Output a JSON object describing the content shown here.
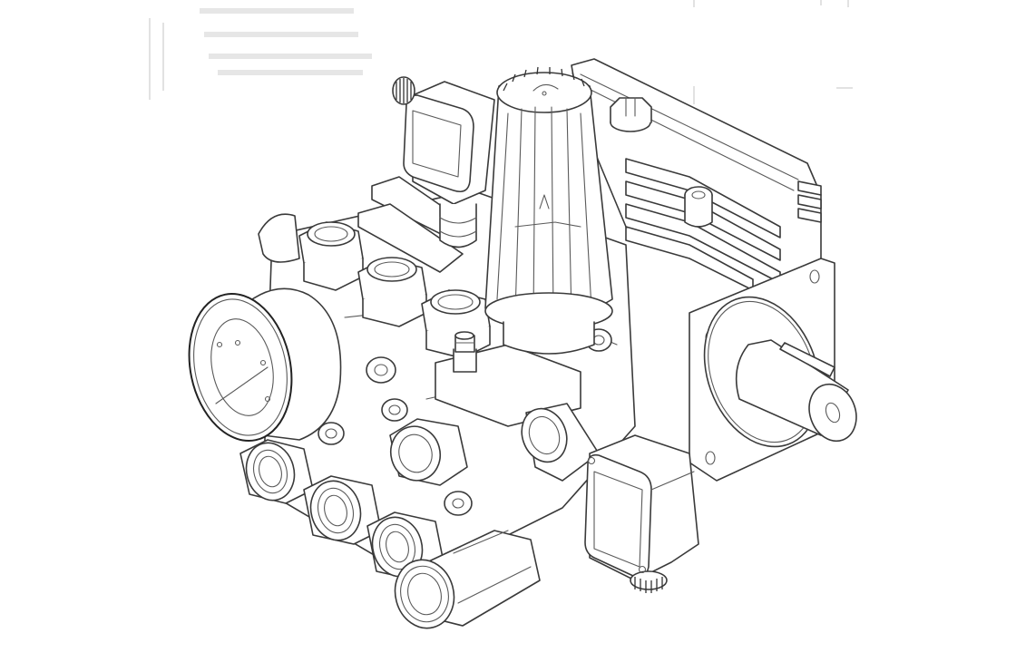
{
  "figure": {
    "type": "technical line drawing",
    "subject": "pressure washer pump assembly",
    "style": "black outline on white, isometric view",
    "colors": {
      "background": "#ffffff",
      "line": "#3a3a3a",
      "artifact": "#e6e6e6"
    }
  },
  "components": [
    {
      "id": "pressure-gauge",
      "label": "Pressure gauge",
      "position": "left"
    },
    {
      "id": "unloader-valve-cap",
      "label": "Unloader valve ribbed cap",
      "position": "top center"
    },
    {
      "id": "top-connector-box",
      "label": "Top electrical connector box",
      "position": "top left of center"
    },
    {
      "id": "crankcase",
      "label": "Finned crankcase housing",
      "position": "upper right"
    },
    {
      "id": "oil-cap",
      "label": "Oil fill cap",
      "position": "top right"
    },
    {
      "id": "motor-flange",
      "label": "Square mounting flange",
      "position": "right"
    },
    {
      "id": "drive-shaft",
      "label": "Keyed drive shaft",
      "position": "right"
    },
    {
      "id": "bottom-connector-box",
      "label": "Bottom electrical connector box",
      "position": "lower right of center"
    },
    {
      "id": "outlet-hex-nuts",
      "label": "Upper hex port fittings (x3)",
      "position": "center left"
    },
    {
      "id": "inlet-ports",
      "label": "Lower threaded ports (x3)",
      "position": "bottom left"
    },
    {
      "id": "inlet-fitting",
      "label": "Front inlet fitting",
      "position": "bottom"
    },
    {
      "id": "hose-barb",
      "label": "Hose barb nipple",
      "position": "center"
    }
  ],
  "text_labels": []
}
